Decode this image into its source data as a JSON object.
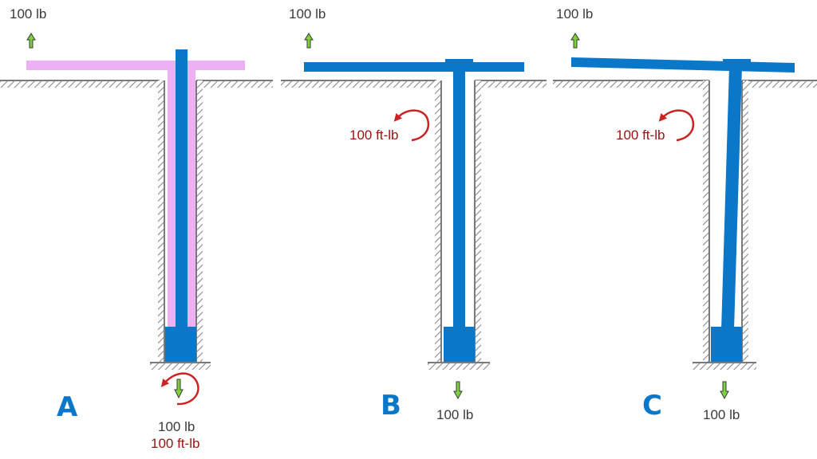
{
  "panels": {
    "a": {
      "letter": "A",
      "top_force": "100 lb",
      "bottom_force": "100 lb",
      "bottom_moment": "100 ft-lb"
    },
    "b": {
      "letter": "B",
      "top_force": "100 lb",
      "moment": "100 ft-lb",
      "bottom_force": "100 lb"
    },
    "c": {
      "letter": "C",
      "top_force": "100 lb",
      "moment": "100 ft-lb",
      "bottom_force": "100 lb"
    }
  },
  "colors": {
    "post": "#0a77c9",
    "ghost": "#eeb0f4",
    "force_arrow": "#7dd13b",
    "moment_arrow": "#cc2222",
    "ground": "#7a7a7a",
    "label": "#3a3a3a",
    "moment_label": "#9b1111"
  }
}
